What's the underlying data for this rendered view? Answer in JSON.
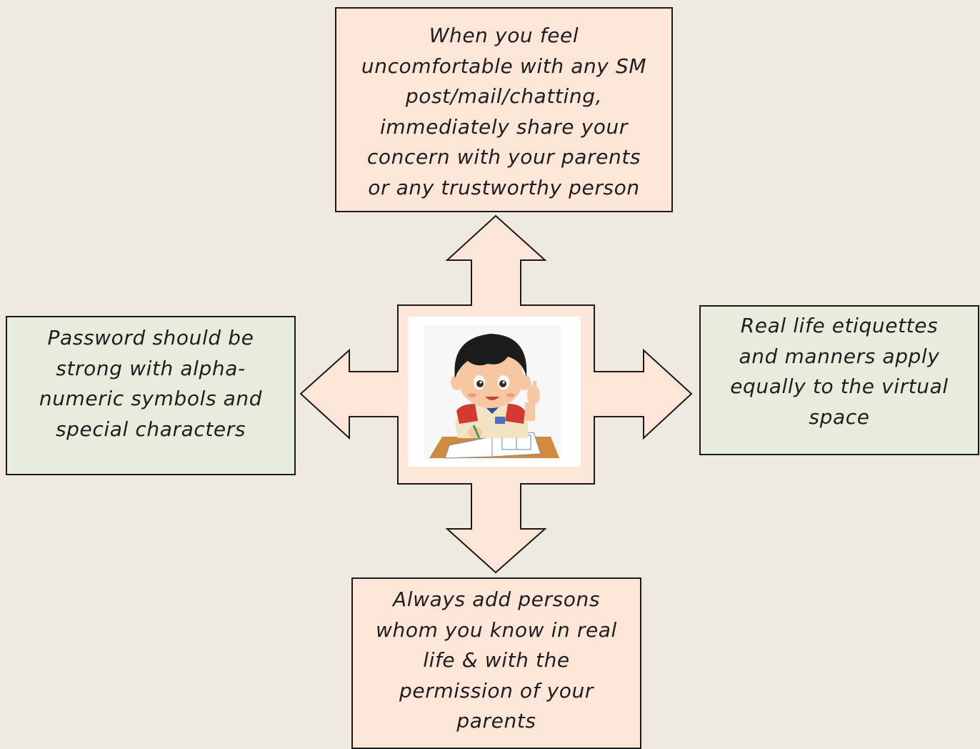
{
  "boxes": {
    "top": "When you feel\nuncomfortable with any SM\npost/mail/chatting,\nimmediately share your\nconcern with your parents\nor any trustworthy person",
    "left": "Password should be\nstrong with alpha-\nnumeric symbols and\nspecial characters",
    "right": "Real life etiquettes\nand manners apply\nequally to the virtual\nspace",
    "bottom": "Always add persons\nwhom you know in real\nlife & with the\npermission of your\nparents"
  },
  "colors": {
    "background": "#eeeae0",
    "peach_fill": "#fde6d8",
    "green_fill": "#e7eddd",
    "outline": "#1a1a1a"
  },
  "center_image": "cartoon boy writing in notebook at desk"
}
